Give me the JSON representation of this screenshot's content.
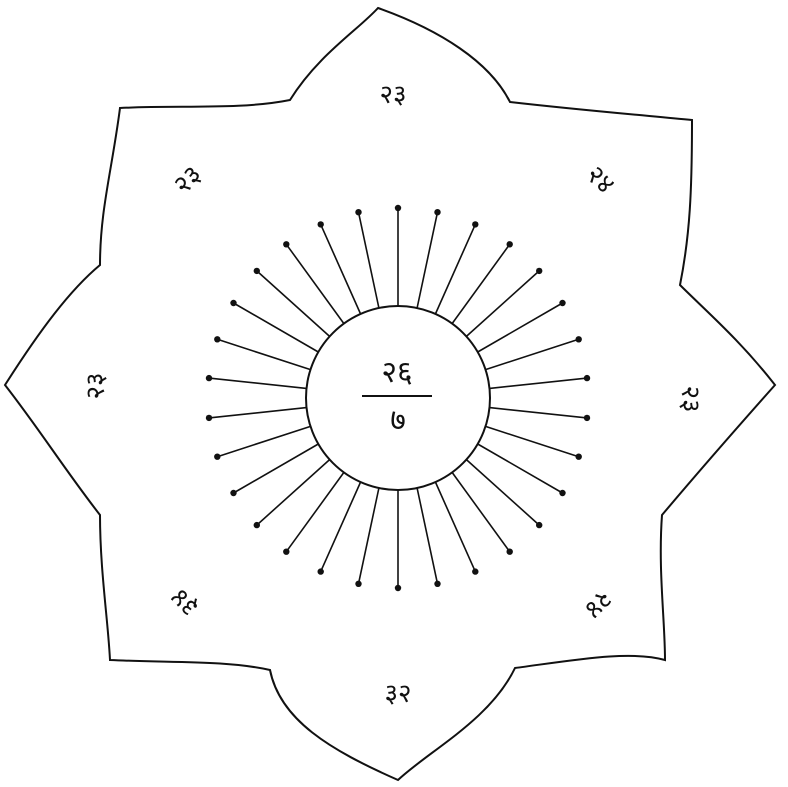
{
  "diagram": {
    "center": {
      "numerator": "२६",
      "denominator": "७"
    },
    "petals": [
      {
        "id": "top",
        "label": "२३"
      },
      {
        "id": "top-right",
        "label": "२४"
      },
      {
        "id": "right",
        "label": "२३"
      },
      {
        "id": "bottom-right",
        "label": "२४"
      },
      {
        "id": "bottom",
        "label": "३२"
      },
      {
        "id": "bottom-left",
        "label": "३४"
      },
      {
        "id": "left",
        "label": "२३"
      },
      {
        "id": "top-left",
        "label": "२३"
      }
    ],
    "colors": {
      "ink": "#111111",
      "paper": "#ffffff"
    }
  }
}
